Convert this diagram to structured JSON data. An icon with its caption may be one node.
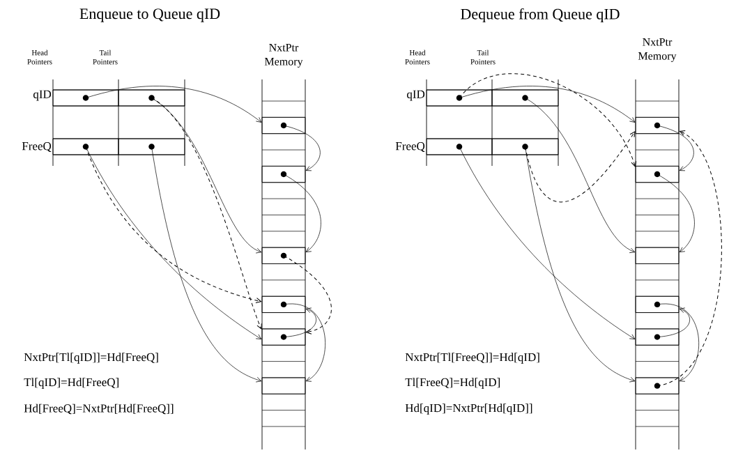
{
  "diagram": {
    "nodes": [
      {
        "text": [],
        "shape": "box"
      },
      {
        "text": [],
        "shape": "box"
      },
      {
        "text": [],
        "shape": "box"
      },
      {
        "text": [],
        "shape": "box"
      },
      {
        "text": [],
        "shape": "box"
      },
      {
        "text": [],
        "shape": "box"
      },
      {
        "text": [],
        "shape": "box"
      },
      {
        "text": [],
        "shape": "box"
      },
      {
        "text": [],
        "shape": "box"
      },
      {
        "text": [],
        "shape": "box"
      },
      {
        "text": [],
        "shape": "box"
      },
      {
        "text": [],
        "shape": "box"
      },
      {
        "text": [],
        "shape": "box"
      },
      {
        "text": [],
        "shape": "box"
      },
      {
        "text": [],
        "shape": "box"
      },
      {
        "text": [],
        "shape": "box"
      },
      {
        "text": [],
        "shape": "box"
      },
      {
        "text": [],
        "shape": "box"
      },
      {
        "text": [],
        "shape": "box"
      },
      {
        "text": [],
        "shape": "box"
      }
    ],
    "edges": [
      {
        "from": 0,
        "to": 4,
        "arrow": "to"
      },
      {
        "from": 4,
        "to": 5,
        "arrow": "to"
      },
      {
        "from": 5,
        "to": 6,
        "arrow": "to"
      },
      {
        "from": 1,
        "to": 6,
        "arrow": "to"
      },
      {
        "from": 1,
        "to": 8,
        "arrow": "to",
        "style": "dashed"
      },
      {
        "from": 2,
        "to": 8,
        "arrow": "to"
      },
      {
        "from": 2,
        "to": 7,
        "arrow": "to",
        "style": "dashed"
      },
      {
        "from": 3,
        "to": 9,
        "arrow": "to"
      },
      {
        "from": 6,
        "to": 8,
        "arrow": "to",
        "style": "dashed"
      },
      {
        "from": 7,
        "to": 9,
        "arrow": "to"
      },
      {
        "from": 8,
        "to": 7,
        "arrow": "to"
      },
      {
        "from": 10,
        "to": 14,
        "arrow": "to"
      },
      {
        "from": 10,
        "to": 15,
        "arrow": "to",
        "style": "dashed"
      },
      {
        "from": 13,
        "to": 14,
        "arrow": "to",
        "style": "dashed"
      },
      {
        "from": 14,
        "to": 15,
        "arrow": "to"
      },
      {
        "from": 15,
        "to": 16,
        "arrow": "to"
      },
      {
        "from": 11,
        "to": 16,
        "arrow": "to"
      },
      {
        "from": 12,
        "to": 18,
        "arrow": "to"
      },
      {
        "from": 13,
        "to": 19,
        "arrow": "to"
      },
      {
        "from": 17,
        "to": 19,
        "arrow": "to"
      },
      {
        "from": 18,
        "to": 17,
        "arrow": "to"
      },
      {
        "from": 19,
        "to": 14,
        "arrow": "to",
        "style": "dashed"
      }
    ],
    "labels": [
      "Enqueue to Queue qID",
      "Dequeue from Queue qID",
      "Head Pointers",
      "Tail Pointers",
      "NxtPtr Memory",
      "Head Pointers",
      "Tail Pointers",
      "NxtPtr Memory",
      "qID",
      "FreeQ",
      "qID",
      "FreeQ",
      "NxtPtr[Tl[qID]]=Hd[FreeQ]",
      "Tl[qID]=Hd[FreeQ]",
      "Hd[FreeQ]=NxtPtr[Hd[FreeQ]]",
      "NxtPtr[Tl[FreeQ]]=Hd[qID]",
      "Tl[FreeQ]=Hd[qID]",
      "Hd[qID]=NxtPtr[Hd[qID]]"
    ]
  }
}
